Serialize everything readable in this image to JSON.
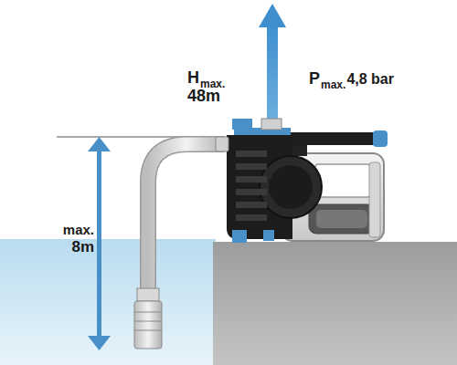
{
  "diagram": {
    "labels": [
      "H",
      "max.",
      "48m",
      "P",
      "max.",
      "4,8 bar",
      "max.",
      "8m"
    ]
  }
}
